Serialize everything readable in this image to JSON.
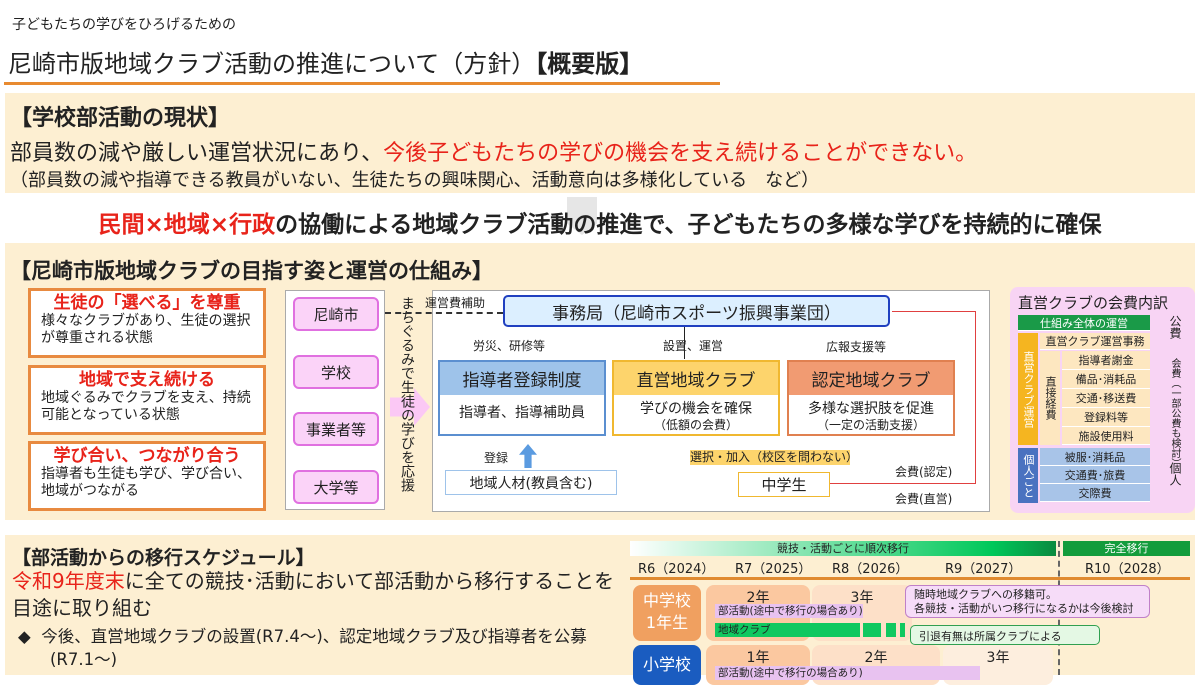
{
  "header": {
    "subtitle": "子どもたちの学びをひろげるための",
    "title": "尼崎市版地域クラブ活動の推進について（方針）",
    "title_suffix": "【概要版】"
  },
  "current": {
    "heading": "【学校部活動の現状】",
    "line1_a": "部員数の減や厳しい運営状況にあり、",
    "line1_b": "今後子どもたちの学びの機会を支え続けることができない。",
    "line2": "（部員数の減や指導できる教員がいない、生徒たちの興味関心、活動意向は多様化している　など）"
  },
  "banner": {
    "red": "民間×地域×行政",
    "rest": "の協働による地域クラブ活動の推進で、子どもたちの多様な学びを持続的に確保"
  },
  "model": {
    "heading": "【尼崎市版地域クラブの目指す姿と運営の仕組み】",
    "goals": [
      {
        "title": "生徒の「選べる」を尊重",
        "text": "様々なクラブがあり、生徒の選択が尊重される状態"
      },
      {
        "title": "地域で支え続ける",
        "text": "地域ぐるみでクラブを支え、持続可能となっている状態"
      },
      {
        "title": "学び合い、つながり合う",
        "text": "指導者も生徒も学び、学び合い、地域がつながる"
      }
    ],
    "actors": [
      "尼崎市",
      "学校",
      "事業者等",
      "大学等"
    ],
    "support_text": "まちぐるみで生徒の学びを応援",
    "subsidy": "運営費補助",
    "office": "事務局（尼崎市スポーツ振興事業団）",
    "labels": {
      "insurance": "労災、研修等",
      "setup": "設置、運営",
      "pr": "広報支援等",
      "register": "登録",
      "join": "選択・加入（校区を問わない）",
      "fee_cert": "会費(認定)",
      "fee_direct": "会費(直営)"
    },
    "instructor": {
      "title": "指導者登録制度",
      "body": "指導者、指導補助員"
    },
    "direct": {
      "title": "直営地域クラブ",
      "body": "学びの機会を確保",
      "sub": "（低額の会費）"
    },
    "certified": {
      "title": "認定地域クラブ",
      "body": "多様な選択肢を促進",
      "sub": "（一定の活動支援）"
    },
    "local": "地域人材(教員含む)",
    "student": "中学生",
    "fees": {
      "title": "直営クラブの会費内訳",
      "overall": "仕組み全体の運営",
      "direct_ops": "直営クラブ運営",
      "office_work": "直営クラブ運営事務",
      "direct_cost": "直接経費",
      "cost_items": [
        "指導者謝金",
        "備品･消耗品",
        "交通･移送費",
        "登録料等",
        "施設使用料"
      ],
      "personal": "個人ごと",
      "personal_items": [
        "被服･消耗品",
        "交通費･旅費",
        "交際費"
      ],
      "public": "公費",
      "fee": "会費（一部公費も検討）",
      "individual": "個人"
    }
  },
  "schedule": {
    "heading": "【部活動からの移行スケジュール】",
    "line_red": "令和9年度末",
    "line_rest": "に全ての競技･活動において部活動から移行することを目途に取り組む",
    "bullet": "今後、直営地域クラブの設置(R7.4～)、認定地域クラブ及び指導者を公募(R7.1～)",
    "phase1": "競技・活動ごとに順次移行",
    "phase2": "完全移行",
    "years": [
      "R6（2024）",
      "R7（2025）",
      "R8（2026）",
      "R9（2027）",
      "R10（2028）"
    ],
    "jh": "中学校1年生",
    "es": "小学校",
    "jh_grades": [
      "2年",
      "3年"
    ],
    "es_grades": [
      "1年",
      "2年",
      "3年"
    ],
    "club_act": "部活動(途中で移行の場合あり)",
    "local_club": "地域クラブ",
    "callout1": "随時地域クラブへの移籍可。",
    "callout2": "各競技・活動がいつ移行になるかは今後検討",
    "callout3": "引退有無は所属クラブによる"
  }
}
